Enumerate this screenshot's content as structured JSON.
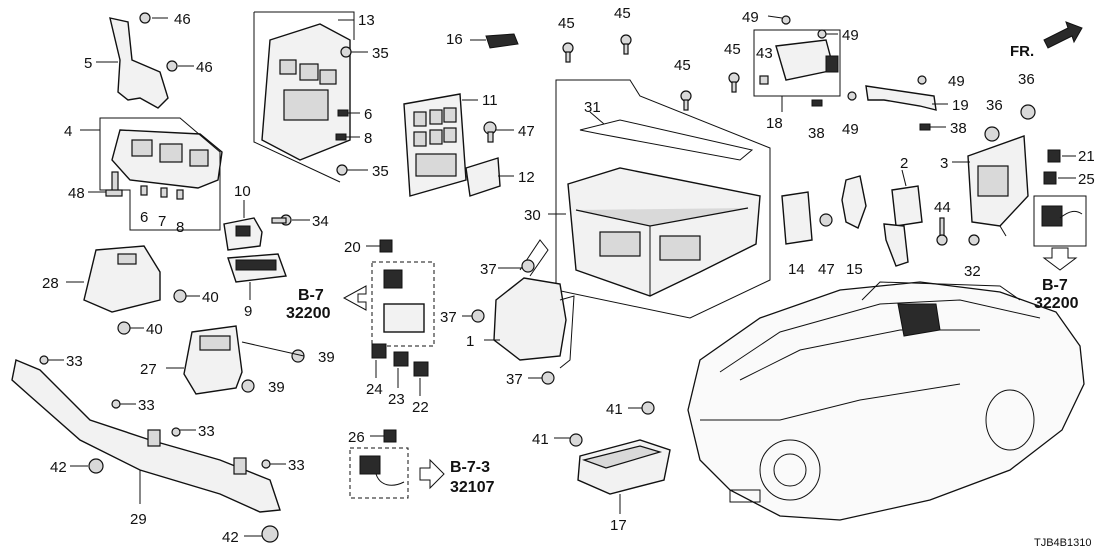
{
  "diagram_code": "TJB4B1310",
  "direction_label": "FR.",
  "callouts": [
    "1",
    "2",
    "3",
    "4",
    "5",
    "6",
    "7",
    "8",
    "9",
    "10",
    "11",
    "12",
    "13",
    "14",
    "15",
    "16",
    "17",
    "18",
    "19",
    "20",
    "21",
    "22",
    "23",
    "24",
    "25",
    "26",
    "27",
    "28",
    "29",
    "30",
    "31",
    "32",
    "33",
    "34",
    "35",
    "36",
    "37",
    "38",
    "39",
    "40",
    "41",
    "42",
    "43",
    "44",
    "45",
    "46",
    "47",
    "48",
    "49"
  ],
  "references": {
    "left": {
      "section": "B-7",
      "part": "32200"
    },
    "right": {
      "section": "B-7",
      "part": "32200"
    },
    "bottom": {
      "section": "B-7-3",
      "part": "32107"
    }
  }
}
